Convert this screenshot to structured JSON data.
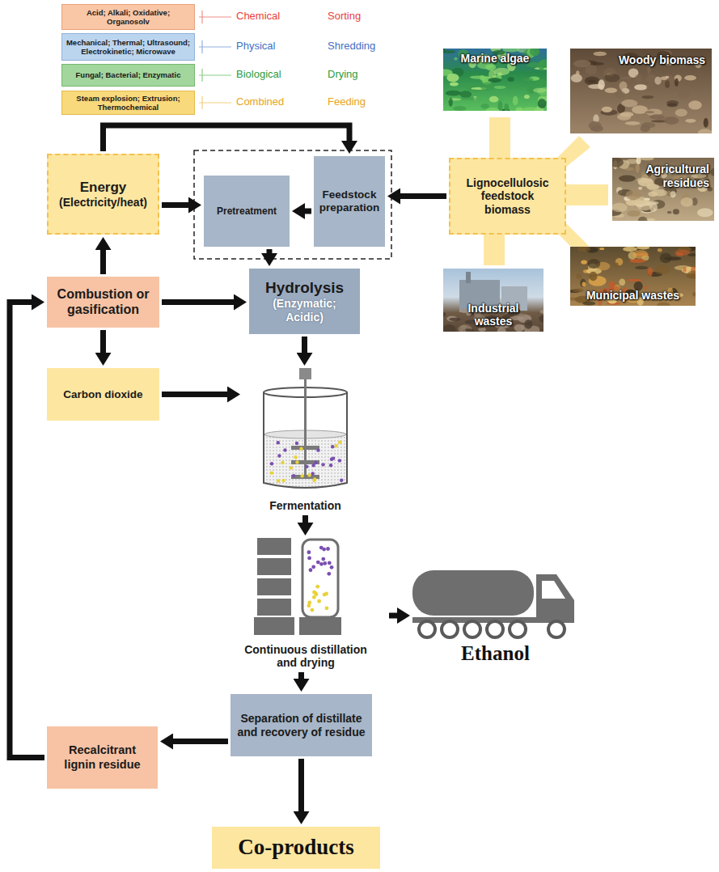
{
  "diagram": {
    "nodes": [
      {
        "text": [
          "Acid; Alkali; Oxidative; Organosolv"
        ]
      },
      {
        "text": [
          "Mechanical; Thermal; Ultrasound; Electrokinetic; Microwave"
        ]
      },
      {
        "text": [
          "Fungal; Bacterial; Enzymatic"
        ]
      },
      {
        "text": [
          "Steam explosion; Extrusion; Thermochemical"
        ]
      },
      {
        "text": [
          "Energy",
          "(Electricity/heat)"
        ]
      },
      {
        "text": [
          "Pretreatment"
        ]
      },
      {
        "text": [
          "Feedstock preparation"
        ]
      },
      {
        "text": [
          "Lignocellulosic feedstock biomass"
        ]
      },
      {
        "text": [
          "Marine algae"
        ]
      },
      {
        "text": [
          "Woody biomass"
        ]
      },
      {
        "text": [
          "Agricultural residues"
        ]
      },
      {
        "text": [
          "Municipal wastes"
        ]
      },
      {
        "text": [
          "Industrial wastes"
        ]
      },
      {
        "text": [
          "Combustion or gasification"
        ]
      },
      {
        "text": [
          "Hydrolysis",
          "(Enzymatic; Acidic)"
        ]
      },
      {
        "text": [
          "Carbon dioxide"
        ]
      },
      {
        "text": [
          "Fermentation"
        ]
      },
      {
        "text": [
          "Continuous distillation and drying"
        ]
      },
      {
        "text": [
          "Ethanol"
        ]
      },
      {
        "text": [
          "Recalcitrant lignin residue"
        ]
      },
      {
        "text": [
          "Separation of distillate and recovery of residue"
        ]
      },
      {
        "text": [
          "Co-products"
        ]
      }
    ],
    "edges": [
      {
        "from": 4,
        "to": 5,
        "arrow": "to"
      },
      {
        "from": 4,
        "to": 6,
        "arrow": "to"
      },
      {
        "from": 6,
        "to": 5,
        "arrow": "to"
      },
      {
        "from": 7,
        "to": 6,
        "arrow": "to"
      },
      {
        "from": 5,
        "to": 14,
        "arrow": "to"
      },
      {
        "from": 13,
        "to": 4,
        "arrow": "to"
      },
      {
        "from": 13,
        "to": 14,
        "arrow": "to"
      },
      {
        "from": 13,
        "to": 15,
        "arrow": "to"
      },
      {
        "from": 15,
        "to": 16,
        "arrow": "to"
      },
      {
        "from": 14,
        "to": 16,
        "arrow": "to"
      },
      {
        "from": 16,
        "to": 17,
        "arrow": "to"
      },
      {
        "from": 17,
        "to": 18,
        "arrow": "to"
      },
      {
        "from": 17,
        "to": 20,
        "arrow": "to"
      },
      {
        "from": 20,
        "to": 19,
        "arrow": "to"
      },
      {
        "from": 20,
        "to": 21,
        "arrow": "to"
      },
      {
        "from": 19,
        "to": 13,
        "arrow": "to"
      }
    ],
    "labels": [
      "Chemical",
      "Sorting",
      "Physical",
      "Shredding",
      "Biological",
      "Drying",
      "Combined",
      "Feeding"
    ]
  }
}
